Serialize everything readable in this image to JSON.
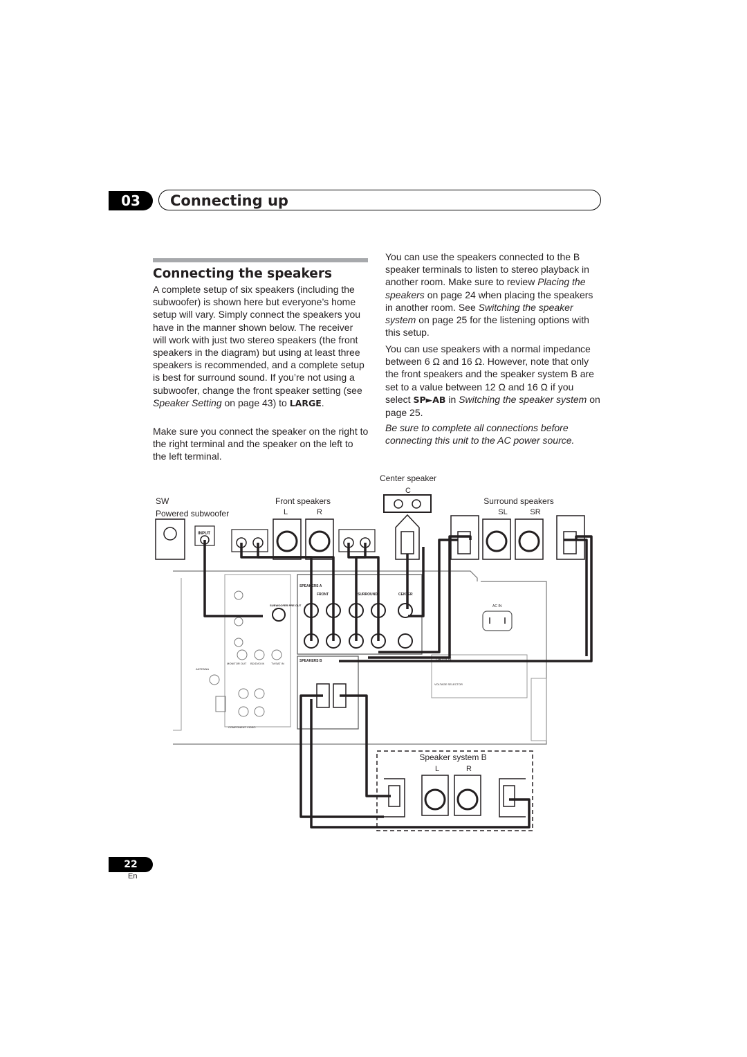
{
  "header": {
    "chapter_number": "03",
    "chapter_title": "Connecting up"
  },
  "section": {
    "title": "Connecting the speakers"
  },
  "left_column": {
    "p1_a": "A complete setup of six speakers (including the subwoofer) is shown here but everyone’s home setup will vary. Simply connect the speakers you have in the manner shown below. The receiver will work with just two stereo speakers (the front speakers in the diagram) but using at least three speakers is recommended, and a complete setup is best for surround sound. If you’re not using a subwoofer, change the front speaker setting (see ",
    "p1_link": "Speaker Setting",
    "p1_b": " on page 43) to ",
    "p1_bold": "LARGE",
    "p1_c": ".",
    "p2": "Make sure you connect the speaker on the right to the right terminal and the speaker on the left to the left terminal."
  },
  "right_column": {
    "p1_a": "You can use the speakers connected to the B speaker terminals to listen to stereo playback in another room. Make sure to review ",
    "p1_link1": "Placing the speakers",
    "p1_b": " on page 24 when placing the speakers in another room. See ",
    "p1_link2": "Switching the speaker system",
    "p1_c": " on page 25 for the listening options with this setup.",
    "p2_a": "You can use speakers with a normal impedance between 6 Ω and 16 Ω. However, note that only the front speakers and the speaker system B are set to a value between 12 Ω and 16 Ω if you select ",
    "p2_bold": "SP►AB",
    "p2_b": " in ",
    "p2_link": "Switching the speaker system",
    "p2_c": " on page 25.",
    "note": "Be sure to complete all connections before connecting this unit to the AC power source."
  },
  "diagram": {
    "center_label": "Center speaker",
    "center_ch": "C",
    "sw_label": "SW",
    "sw_name": "Powered subwoofer",
    "front_label": "Front speakers",
    "front_l": "L",
    "front_r": "R",
    "surround_label": "Surround speakers",
    "surround_l": "SL",
    "surround_r": "SR",
    "input_label": "INPUT",
    "speakers_a": "SPEAKERS A",
    "speakers_b": "SPEAKERS B",
    "front_terminal": "FRONT",
    "surround_terminal": "SURROUND",
    "center_terminal": "CENTER",
    "subwoofer_preout": "SUBWOOFER PRE OUT",
    "ac_in": "AC IN",
    "caution": "CAUTION",
    "antenna": "ANTENNA",
    "component_video": "COMPONENT VIDEO",
    "monitor_out": "MONITOR OUT",
    "bd_dvd_in": "BD/DVD IN",
    "tv_sat_in": "TV/SAT IN",
    "voltage_selector": "VOLTAGE SELECTOR",
    "system_b_label": "Speaker system B",
    "system_b_l": "L",
    "system_b_r": "R"
  },
  "footer": {
    "page_number": "22",
    "language": "En"
  }
}
